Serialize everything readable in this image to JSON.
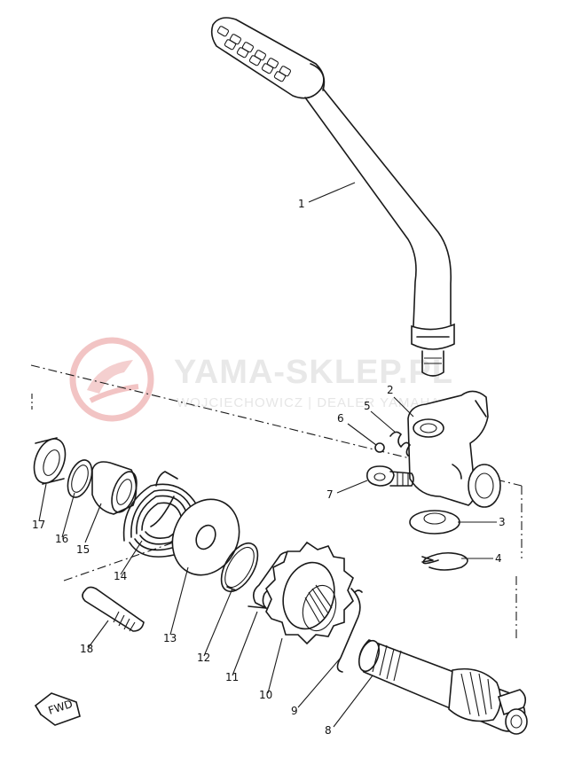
{
  "watermark": {
    "title": "YAMA-SKLEP.PL",
    "subtitle": "WOJCIECHOWICZ | DEALER YAMAHA",
    "logo_color": "#f2c4c4"
  },
  "fwd_label": "FWD",
  "callouts": [
    {
      "id": "1",
      "label": "1"
    },
    {
      "id": "2",
      "label": "2"
    },
    {
      "id": "3",
      "label": "3"
    },
    {
      "id": "4",
      "label": "4"
    },
    {
      "id": "5",
      "label": "5"
    },
    {
      "id": "6",
      "label": "6"
    },
    {
      "id": "7",
      "label": "7"
    },
    {
      "id": "8",
      "label": "8"
    },
    {
      "id": "9",
      "label": "9"
    },
    {
      "id": "10",
      "label": "10"
    },
    {
      "id": "11",
      "label": "11"
    },
    {
      "id": "12",
      "label": "12"
    },
    {
      "id": "13",
      "label": "13"
    },
    {
      "id": "14",
      "label": "14"
    },
    {
      "id": "15",
      "label": "15"
    },
    {
      "id": "16",
      "label": "16"
    },
    {
      "id": "17",
      "label": "17"
    },
    {
      "id": "18",
      "label": "18"
    }
  ]
}
